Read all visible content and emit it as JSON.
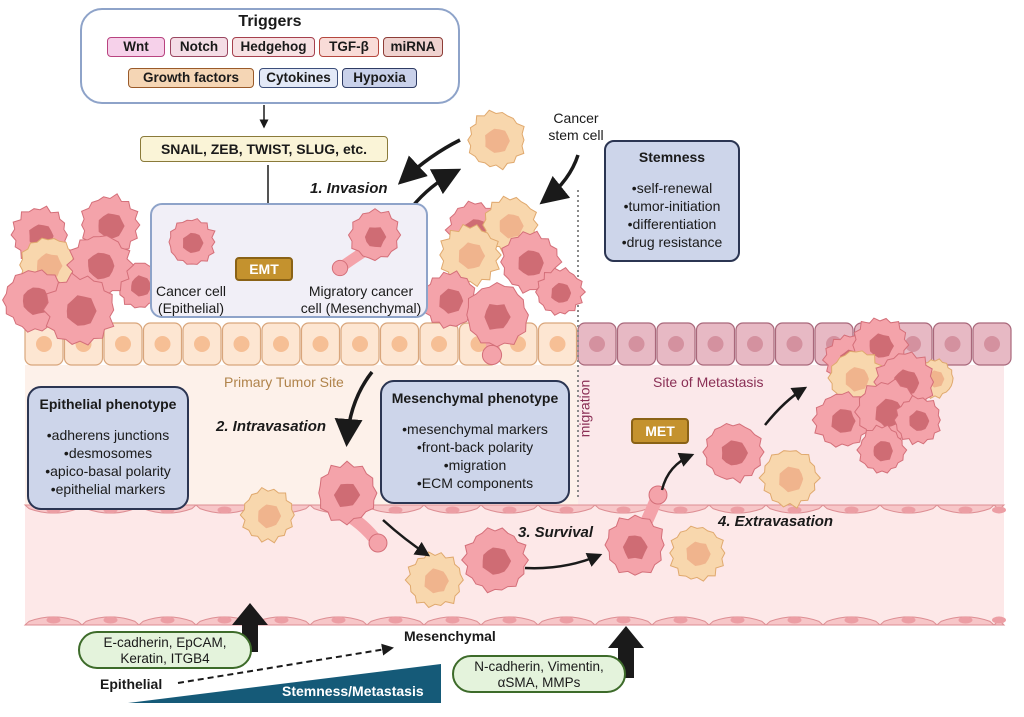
{
  "triggers": {
    "title": "Triggers",
    "row1": [
      {
        "label": "Wnt",
        "fill": "#f6d1ea",
        "border": "#b8437f"
      },
      {
        "label": "Notch",
        "fill": "#f4dde6",
        "border": "#9a4660"
      },
      {
        "label": "Hedgehog",
        "fill": "#f7e1e3",
        "border": "#a6404d"
      },
      {
        "label": "TGF-β",
        "fill": "#f9dcd8",
        "border": "#b5473e"
      },
      {
        "label": "miRNA",
        "fill": "#efd2cf",
        "border": "#8d3d37"
      }
    ],
    "row2": [
      {
        "label": "Growth factors",
        "fill": "#f5d6b5",
        "border": "#9a5a2a"
      },
      {
        "label": "Cytokines",
        "fill": "#e3e9f7",
        "border": "#3c4e7a"
      },
      {
        "label": "Hypoxia",
        "fill": "#c9d1ea",
        "border": "#2e3b63"
      }
    ]
  },
  "transcription_factors": "SNAIL, ZEB, TWIST, SLUG, etc.",
  "emt_panel": {
    "epithelial_cell_label": "Cancer cell\n(Epithelial)",
    "epithelial_line1": "Cancer cell",
    "epithelial_line2": "(Epithelial)",
    "migratory_line1": "Migratory cancer",
    "migratory_line2": "cell (Mesenchymal)",
    "emt_label": "EMT"
  },
  "cancer_stem_cell": {
    "line1": "Cancer",
    "line2": "stem cell"
  },
  "stemness": {
    "title": "Stemness",
    "items": [
      "•self-renewal",
      "•tumor-initiation",
      "•differentiation",
      "•drug resistance"
    ]
  },
  "steps": {
    "invasion": "1.  Invasion",
    "intravasation": "2. Intravasation",
    "survival": "3. Survival",
    "extravasation": "4. Extravasation"
  },
  "sites": {
    "primary": "Primary Tumor Site",
    "metastasis": "Site of Metastasis",
    "migration": "migration"
  },
  "epithelial_phenotype": {
    "title": "Epithelial phenotype",
    "items": [
      "•adherens junctions",
      "•desmosomes",
      "•apico-basal polarity",
      "•epithelial markers"
    ]
  },
  "mesenchymal_phenotype": {
    "title": "Mesenchymal phenotype",
    "items": [
      "•mesenchymal markers",
      "•front-back polarity",
      "•migration",
      "•ECM components"
    ]
  },
  "met_label": "MET",
  "markers": {
    "epithelial": {
      "line1": "E-cadherin, EpCAM,",
      "line2": "Keratin, ITGB4"
    },
    "mesenchymal": {
      "line1": "N-cadherin, Vimentin,",
      "line2": "αSMA, MMPs"
    }
  },
  "gradient": {
    "start_label": "Epithelial",
    "end_label": "Mesenchymal",
    "wedge_label": "Stemness/Metastasis",
    "wedge_color": "#155a78"
  },
  "colors": {
    "cancer_cell": "#f4a3aa",
    "cancer_cell_border": "#d46f79",
    "nucleus": "#cf6c74",
    "stem_cell": "#f8d7ad",
    "stem_nucleus": "#f0b48d",
    "primary_tissue": "#fde6d2",
    "metastasis_tissue": "#e7b9c4",
    "vessel": "#fde8e8"
  }
}
